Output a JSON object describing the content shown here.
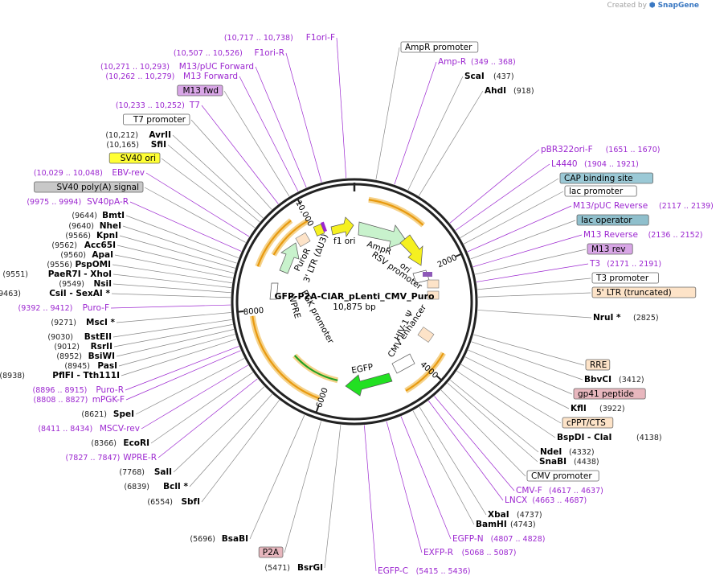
{
  "credit": {
    "prefix": "Created by",
    "brand": "SnapGene"
  },
  "plasmid": {
    "name": "GFP-P2A-CIAR_pLenti_CMV_Puro",
    "size": "10,875 bp"
  },
  "ticks": [
    "2000",
    "4000",
    "6000",
    "8000",
    "10,000"
  ],
  "left_labels": [
    {
      "text": "F1ori-F",
      "coord": "(10,717 .. 10,738)",
      "kind": "feature",
      "box": null
    },
    {
      "text": "F1ori-R",
      "coord": "(10,507 .. 10,526)",
      "kind": "feature",
      "box": null
    },
    {
      "text": "M13/pUC Forward",
      "coord": "(10,271 .. 10,293)",
      "kind": "feature",
      "box": null
    },
    {
      "text": "M13 Forward",
      "coord": "(10,262 .. 10,279)",
      "kind": "feature",
      "box": null
    },
    {
      "text": "M13 fwd",
      "coord": "",
      "kind": "box",
      "box": "#d8a6e6"
    },
    {
      "text": "T7",
      "coord": "(10,233 .. 10,252)",
      "kind": "feature",
      "box": null
    },
    {
      "text": "T7 promoter",
      "coord": "",
      "kind": "box",
      "box": "#ffffff"
    },
    {
      "text": "AvrII",
      "coord": "(10,212)",
      "kind": "enzyme",
      "box": null
    },
    {
      "text": "SfiI",
      "coord": "(10,165)",
      "kind": "enzyme",
      "box": null
    },
    {
      "text": "SV40 ori",
      "coord": "",
      "kind": "box",
      "box": "#ffff33"
    },
    {
      "text": "EBV-rev",
      "coord": "(10,029 .. 10,048)",
      "kind": "feature",
      "box": null
    },
    {
      "text": "SV40 poly(A) signal",
      "coord": "",
      "kind": "box",
      "box": "#c8c8c8"
    },
    {
      "text": "SV40pA-R",
      "coord": "(9975 .. 9994)",
      "kind": "feature",
      "box": null
    },
    {
      "text": "BmtI",
      "coord": "(9644)",
      "kind": "enzyme",
      "box": null
    },
    {
      "text": "NheI",
      "coord": "(9640)",
      "kind": "enzyme",
      "box": null
    },
    {
      "text": "KpnI",
      "coord": "(9566)",
      "kind": "enzyme",
      "box": null
    },
    {
      "text": "Acc65I",
      "coord": "(9562)",
      "kind": "enzyme",
      "box": null
    },
    {
      "text": "ApaI",
      "coord": "(9560)",
      "kind": "enzyme",
      "box": null
    },
    {
      "text": "PspOMI",
      "coord": "(9556)",
      "kind": "enzyme",
      "box": null
    },
    {
      "text": "PaeR7I  - XhoI",
      "coord": "(9551)",
      "kind": "enzyme",
      "box": null
    },
    {
      "text": "NsiI",
      "coord": "(9549)",
      "kind": "enzyme",
      "box": null
    },
    {
      "text": "CsiI  - SexAI *",
      "coord": "(9463)",
      "kind": "enzyme",
      "box": null
    },
    {
      "text": "Puro-F",
      "coord": "(9392 .. 9412)",
      "kind": "feature",
      "box": null
    },
    {
      "text": "MscI *",
      "coord": "(9271)",
      "kind": "enzyme",
      "box": null
    },
    {
      "text": "BstEII",
      "coord": "(9030)",
      "kind": "enzyme",
      "box": null
    },
    {
      "text": "RsrII",
      "coord": "(9012)",
      "kind": "enzyme",
      "box": null
    },
    {
      "text": "BsiWI",
      "coord": "(8952)",
      "kind": "enzyme",
      "box": null
    },
    {
      "text": "PasI",
      "coord": "(8945)",
      "kind": "enzyme",
      "box": null
    },
    {
      "text": "PflFI  - Tth111I",
      "coord": "(8938)",
      "kind": "enzyme",
      "box": null
    },
    {
      "text": "Puro-R",
      "coord": "(8896 .. 8915)",
      "kind": "feature",
      "box": null
    },
    {
      "text": "mPGK-F",
      "coord": "(8808 .. 8827)",
      "kind": "feature",
      "box": null
    },
    {
      "text": "SpeI",
      "coord": "(8621)",
      "kind": "enzyme",
      "box": null
    },
    {
      "text": "MSCV-rev",
      "coord": "(8411 .. 8434)",
      "kind": "feature",
      "box": null
    },
    {
      "text": "EcoRI",
      "coord": "(8366)",
      "kind": "enzyme",
      "box": null
    },
    {
      "text": "WPRE-R",
      "coord": "(7827 .. 7847)",
      "kind": "feature",
      "box": null
    },
    {
      "text": "SalI",
      "coord": "(7768)",
      "kind": "enzyme",
      "box": null
    },
    {
      "text": "BclI *",
      "coord": "(6839)",
      "kind": "enzyme",
      "box": null
    },
    {
      "text": "SbfI",
      "coord": "(6554)",
      "kind": "enzyme",
      "box": null
    },
    {
      "text": "BsaBI",
      "coord": "(5696)",
      "kind": "enzyme",
      "box": null
    },
    {
      "text": "P2A",
      "coord": "",
      "kind": "box",
      "box": "#e8b7be"
    },
    {
      "text": "BsrGI",
      "coord": "(5471)",
      "kind": "enzyme",
      "box": null
    },
    {
      "text": "EGFP-C",
      "coord": "(5415 .. 5436)",
      "kind": "feature",
      "box": null
    }
  ],
  "right_labels": [
    {
      "text": "AmpR promoter",
      "coord": "",
      "kind": "box",
      "box": "#ffffff"
    },
    {
      "text": "Amp-R",
      "coord": "(349 .. 368)",
      "kind": "feature",
      "box": null
    },
    {
      "text": "ScaI",
      "coord": "(437)",
      "kind": "enzyme",
      "box": null
    },
    {
      "text": "AhdI",
      "coord": "(918)",
      "kind": "enzyme",
      "box": null
    },
    {
      "text": "pBR322ori-F",
      "coord": "(1651 .. 1670)",
      "kind": "feature",
      "box": null
    },
    {
      "text": "L4440",
      "coord": "(1904 .. 1921)",
      "kind": "feature",
      "box": null
    },
    {
      "text": "CAP binding site",
      "coord": "",
      "kind": "box",
      "box": "#9bc9d6"
    },
    {
      "text": "lac promoter",
      "coord": "",
      "kind": "box",
      "box": "#ffffff"
    },
    {
      "text": "M13/pUC Reverse",
      "coord": "(2117 .. 2139)",
      "kind": "feature",
      "box": null
    },
    {
      "text": "lac operator",
      "coord": "",
      "kind": "box",
      "box": "#8fbfcc"
    },
    {
      "text": "M13 Reverse",
      "coord": "(2136 .. 2152)",
      "kind": "feature",
      "box": null
    },
    {
      "text": "M13 rev",
      "coord": "",
      "kind": "box",
      "box": "#d8a6e6"
    },
    {
      "text": "T3",
      "coord": "(2171 .. 2191)",
      "kind": "feature",
      "box": null
    },
    {
      "text": "T3 promoter",
      "coord": "",
      "kind": "box",
      "box": "#ffffff"
    },
    {
      "text": "5' LTR (truncated)",
      "coord": "",
      "kind": "box",
      "box": "#fde3c8"
    },
    {
      "text": "NruI *",
      "coord": "(2825)",
      "kind": "enzyme",
      "box": null
    },
    {
      "text": "RRE",
      "coord": "",
      "kind": "box",
      "box": "#fde3c8"
    },
    {
      "text": "BbvCI",
      "coord": "(3412)",
      "kind": "enzyme",
      "box": null
    },
    {
      "text": "gp41 peptide",
      "coord": "",
      "kind": "box",
      "box": "#e8b7be"
    },
    {
      "text": "KflI",
      "coord": "(3922)",
      "kind": "enzyme",
      "box": null
    },
    {
      "text": "cPPT/CTS",
      "coord": "",
      "kind": "box",
      "box": "#fde3c8"
    },
    {
      "text": "BspDI  - ClaI",
      "coord": "(4138)",
      "kind": "enzyme",
      "box": null
    },
    {
      "text": "NdeI",
      "coord": "(4332)",
      "kind": "enzyme",
      "box": null
    },
    {
      "text": "SnaBI",
      "coord": "(4438)",
      "kind": "enzyme",
      "box": null
    },
    {
      "text": "CMV promoter",
      "coord": "",
      "kind": "box",
      "box": "#ffffff"
    },
    {
      "text": "CMV-F",
      "coord": "(4617 .. 4637)",
      "kind": "feature",
      "box": null
    },
    {
      "text": "LNCX",
      "coord": "(4663 .. 4687)",
      "kind": "feature",
      "box": null
    },
    {
      "text": "XbaI",
      "coord": "(4737)",
      "kind": "enzyme",
      "box": null
    },
    {
      "text": "BamHI",
      "coord": "(4743)",
      "kind": "enzyme",
      "box": null
    },
    {
      "text": "EGFP-N",
      "coord": "(4807 .. 4828)",
      "kind": "feature",
      "box": null
    },
    {
      "text": "EXFP-R",
      "coord": "(5068 .. 5087)",
      "kind": "feature",
      "box": null
    }
  ],
  "inner_labels": [
    "f1 ori",
    "AmpR",
    "ori",
    "RSV promoter",
    "PuroR",
    "3' LTR (ΔU3)",
    "PGK promoter",
    "WPRE",
    "HIV-1 Ψ",
    "CMV enhancer",
    "EGFP"
  ],
  "colors": {
    "feature_purple": "#9c27d0",
    "enzyme_black": "#000000",
    "line_gray": "#777777",
    "orf_orange": "#f0a020",
    "backbone": "#222222"
  }
}
